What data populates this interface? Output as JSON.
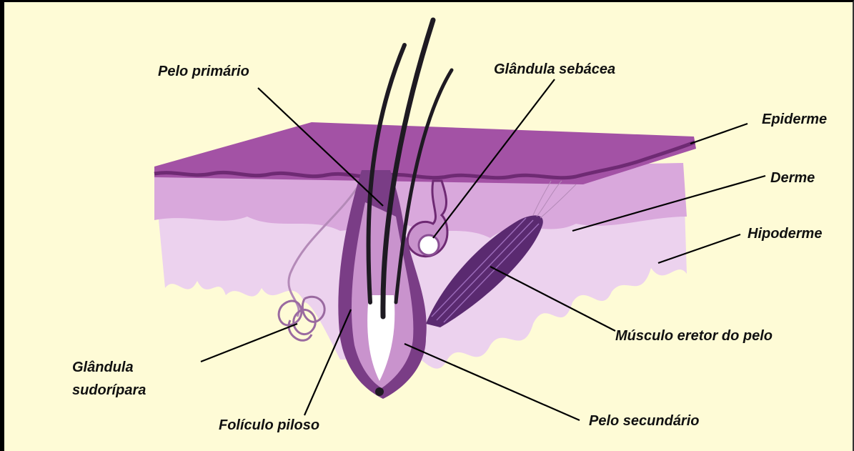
{
  "labels": {
    "pelo_primario": "Pelo primário",
    "glandula_sebacea": "Glândula sebácea",
    "epiderme": "Epiderme",
    "derme": "Derme",
    "hipoderme": "Hipoderme",
    "musculo_eretor": "Músculo eretor do pelo",
    "glandula_sudoripara_l1": "Glândula",
    "glandula_sudoripara_l2": "sudorípara",
    "foliculo_piloso": "Folículo piloso",
    "pelo_secundario": "Pelo secundário"
  },
  "colors": {
    "background": "#fefbd6",
    "epidermis_top": "#a352a5",
    "epidermis_edge": "#6e2a73",
    "dermis": "#e6c4e8",
    "dermis_dark": "#c993cd",
    "follicle": "#7a3d86",
    "hair": "#1e1a22",
    "muscle": "#5a2a70",
    "leader_line": "#000000"
  }
}
